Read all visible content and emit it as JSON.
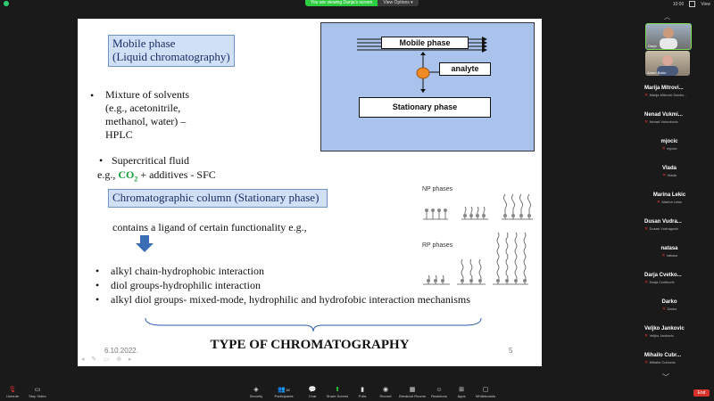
{
  "zoom": {
    "banner": {
      "viewing_text": "You are viewing Darija's screen",
      "options_label": "View Options ▾"
    },
    "clock": "10:00",
    "view_label": "View"
  },
  "slide": {
    "mobile_phase_box": [
      "Mobile phase",
      "(Liquid chromatography)"
    ],
    "hplc_lines": [
      "Mixture of solvents",
      "(e.g., acetonitrile,",
      "methanol, water) –",
      "HPLC"
    ],
    "sfc_line1": "Supercritical fluid",
    "sfc_prefix": "e.g., ",
    "sfc_co2": "CO",
    "sfc_sub": "2",
    "sfc_suffix": " + additives - SFC",
    "column_box": "Chromatographic column (Stationary phase)",
    "ligand_text": "contains a ligand of certain functionality e.g.,",
    "interactions": [
      "alkyl chain-hydrophobic interaction",
      "diol groups-hydrophilic interaction",
      "alkyl diol groups- mixed-mode, hydrophilic and hydrofobic interaction mechanisms"
    ],
    "diagram": {
      "mobile": "Mobile phase",
      "analyte": "analyte",
      "stationary": "Stationary phase"
    },
    "np_label": "NP phases",
    "rp_label": "RP phases",
    "date": "6.10.2022.",
    "title": "TYPE OF CHROMATOGRAPHY",
    "page": "5"
  },
  "participants": [
    {
      "name": "Marija Mitrovi...",
      "sub": "Marija Mitrović Danko..."
    },
    {
      "name": "Nenad Vukmi...",
      "sub": "Nenad Vukmirovic"
    },
    {
      "name": "mjocic",
      "sub": "mjocic"
    },
    {
      "name": "Vlada",
      "sub": "Vlada"
    },
    {
      "name": "Marina Lekic",
      "sub": "Marina Lekic"
    },
    {
      "name": "Dusan Vudra...",
      "sub": "Dusan Vudragovic"
    },
    {
      "name": "natasa",
      "sub": "natasa"
    },
    {
      "name": "Darja Cvetko...",
      "sub": "Darja Cvetković"
    },
    {
      "name": "Darko",
      "sub": "Darko"
    },
    {
      "name": "Veljko Jankovic",
      "sub": "Veljko Jankovic"
    },
    {
      "name": "Mihailo Cubr...",
      "sub": "Mihailo Cubrovic"
    }
  ],
  "video_tiles": [
    {
      "name": "Darja"
    },
    {
      "name": "Anton Bokic"
    }
  ],
  "toolbar": {
    "unmute": "Unmute",
    "stop_video": "Stop Video",
    "security": "Security",
    "participants": "Participants",
    "participants_count": "16",
    "chat": "Chat",
    "share_screen": "Share Screen",
    "polls": "Polls",
    "record": "Record",
    "breakout": "Breakout Rooms",
    "reactions": "Reactions",
    "apps": "Apps",
    "whiteboards": "Whiteboards",
    "end": "End"
  },
  "colors": {
    "accent_green": "#2ecc40",
    "end_red": "#d6312b",
    "slide_box": "#cfe0f7"
  }
}
